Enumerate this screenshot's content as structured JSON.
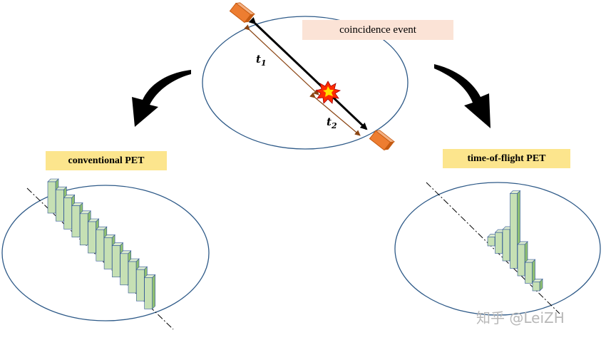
{
  "labels": {
    "coincidence": "coincidence event",
    "conventional": "conventional PET",
    "tof": "time-of-flight PET",
    "t1_base": "t",
    "t1_sub": "1",
    "t2_base": "t",
    "t2_sub": "2"
  },
  "watermark": "知乎 @LeiZH",
  "colors": {
    "ellipse_stroke": "#2e5a88",
    "bar_fill": "#c6e0b4",
    "bar_side": "#8fbf70",
    "bar_stroke": "#2f5597",
    "detector": "#ed7d31",
    "tof_arrow": "#8b4513",
    "label_orange": "#fbe3d6",
    "label_yellow": "#fce58d"
  },
  "histograms": {
    "conventional": [
      0.55,
      0.55,
      0.55,
      0.55,
      0.55,
      0.55,
      0.55,
      0.55,
      0.55,
      0.55,
      0.55,
      0.55,
      0.55
    ],
    "tof": [
      0.12,
      0.28,
      0.42,
      1.0,
      0.42,
      0.28,
      0.12
    ]
  }
}
